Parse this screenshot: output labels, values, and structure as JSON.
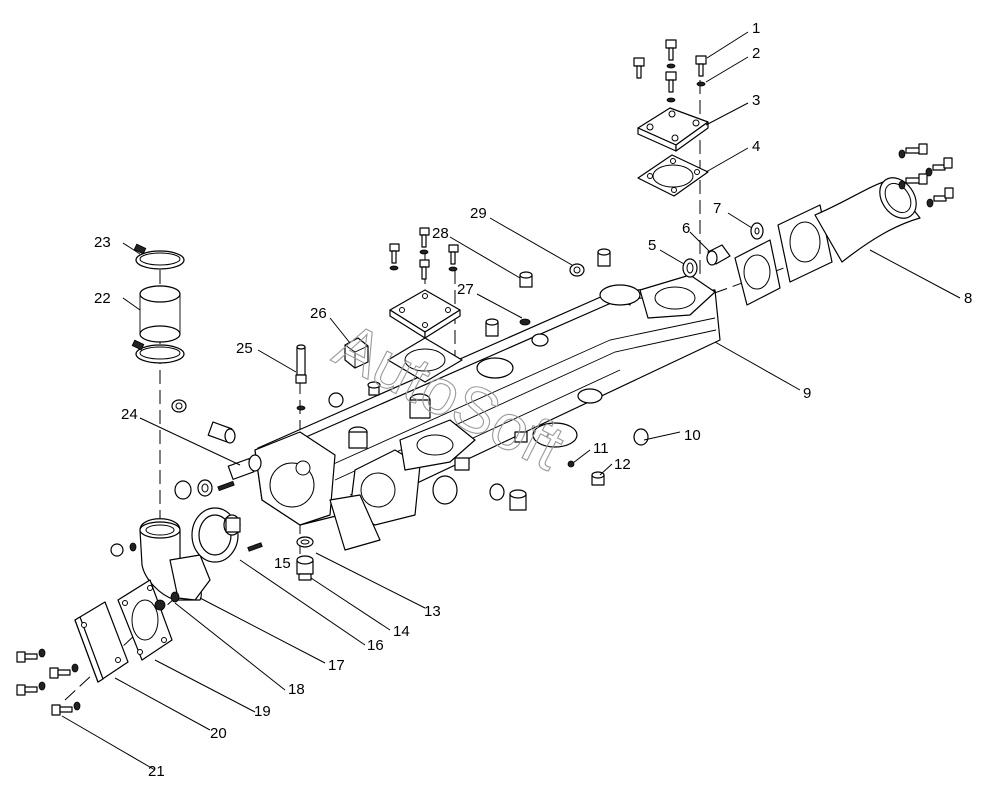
{
  "watermark": "AutoSoft",
  "callouts": [
    "1",
    "2",
    "3",
    "4",
    "5",
    "6",
    "7",
    "8",
    "9",
    "10",
    "11",
    "12",
    "13",
    "14",
    "15",
    "16",
    "17",
    "18",
    "19",
    "20",
    "21",
    "22",
    "23",
    "24",
    "25",
    "26",
    "27",
    "28",
    "29"
  ]
}
